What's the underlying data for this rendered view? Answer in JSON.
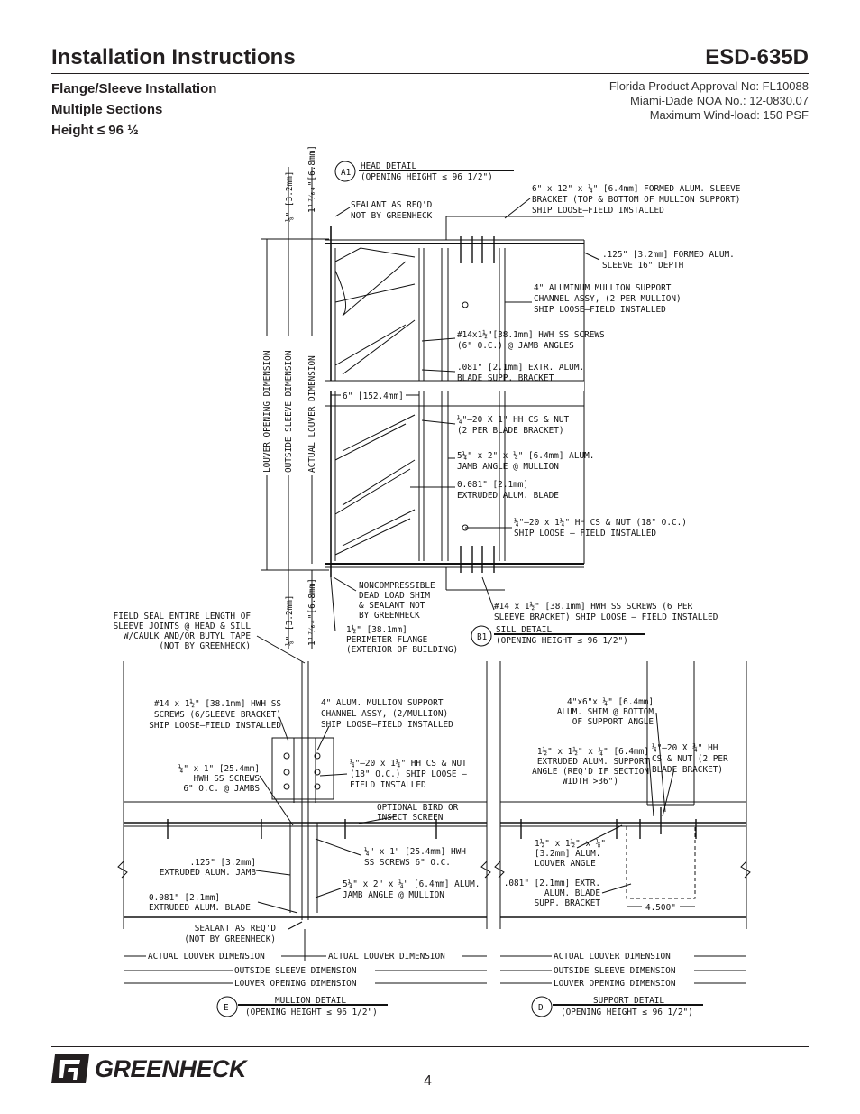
{
  "header": {
    "title": "Installation Instructions",
    "model": "ESD-635D"
  },
  "subheadings": [
    "Flange/Sleeve Installation",
    "Multiple Sections",
    "Height ≤ 96 ½"
  ],
  "approval": [
    "Florida Product Approval No: FL10088",
    "Miami-Dade NOA No.: 12-0830.07",
    "Maximum Wind-load: 150 PSF"
  ],
  "section_view": {
    "head_tag": "A1",
    "head_title": "HEAD DETAIL",
    "head_sub": "(OPENING HEIGHT ≤ 96 1/2\")",
    "sill_tag": "B1",
    "sill_title": "SILL DETAIL",
    "sill_sub": "(OPENING HEIGHT ≤ 96 1/2\")",
    "dim_top_1": "⅛\" [3.2mm]",
    "dim_top_2": "1¹⁷⁄₆₄\"[6.8mm]",
    "dim_bot_1": "⅛\" [3.2mm]",
    "dim_bot_2": "1¹⁷⁄₆₄\"[6.8mm]",
    "dim_louver_opening": "LOUVER OPENING DIMENSION",
    "dim_outside_sleeve": "OUTSIDE SLEEVE DIMENSION",
    "dim_actual_louver": "ACTUAL LOUVER DIMENSION",
    "dim_six": "6\" [152.4mm]",
    "notes_left_top": [
      "SEALANT AS REQ'D",
      "NOT BY GREENHECK"
    ],
    "note_sleeve_bracket": [
      "6\" x 12\" x ¼\" [6.4mm] FORMED ALUM. SLEEVE",
      "BRACKET (TOP & BOTTOM OF MULLION SUPPORT)",
      "SHIP LOOSE–FIELD INSTALLED"
    ],
    "note_sleeve": [
      ".125\" [3.2mm] FORMED ALUM.",
      "SLEEVE 16\" DEPTH"
    ],
    "note_channel": [
      "4\" ALUMINUM MULLION SUPPORT",
      "CHANNEL ASSY, (2 PER MULLION)",
      "SHIP LOOSE–FIELD INSTALLED"
    ],
    "note_screws": [
      "#14x1½\"[38.1mm] HWH SS SCREWS",
      "(6\" O.C.) @ JAMB ANGLES"
    ],
    "note_bracket": [
      ".081\" [2.1mm] EXTR. ALUM.",
      "BLADE SUPP. BRACKET"
    ],
    "note_nut": [
      "¼\"–20 X 1\" HH CS & NUT",
      "(2 PER BLADE BRACKET)"
    ],
    "note_jamb_angle": [
      "5¼\" x 2\" x ¼\" [6.4mm] ALUM.",
      "JAMB ANGLE @ MULLION"
    ],
    "note_blade": [
      "0.081\" [2.1mm]",
      "EXTRUDED ALUM. BLADE"
    ],
    "note_ship_loose": [
      "¼\"–20 x 1¼\" HH CS & NUT (18\" O.C.)",
      "SHIP LOOSE – FIELD INSTALLED"
    ],
    "note_shim": [
      "NONCOMPRESSIBLE",
      "DEAD LOAD SHIM",
      "& SEALANT NOT",
      "BY GREENHECK"
    ],
    "note_sill_screws": [
      "#14 x 1½\" [38.1mm] HWH SS SCREWS (6 PER",
      "SLEEVE BRACKET) SHIP LOOSE – FIELD INSTALLED"
    ],
    "note_flange": [
      "1½\" [38.1mm]",
      "PERIMETER FLANGE",
      "(EXTERIOR OF BUILDING)"
    ],
    "note_field_seal": [
      "FIELD SEAL ENTIRE LENGTH OF",
      "SLEEVE JOINTS @ HEAD & SILL",
      "W/CAULK AND/OR BUTYL TAPE",
      "(NOT BY GREENHECK)"
    ]
  },
  "mullion_detail": {
    "tag": "E",
    "title": "MULLION DETAIL",
    "sub": "(OPENING HEIGHT ≤ 96 1/2\")",
    "note_screws": [
      "#14 x 1½\" [38.1mm] HWH SS",
      "SCREWS (6/SLEEVE BRACKET)",
      "SHIP LOOSE–FIELD INSTALLED"
    ],
    "note_channel": [
      "4\" ALUM. MULLION SUPPORT",
      "CHANNEL ASSY, (2/MULLION)",
      "SHIP LOOSE–FIELD INSTALLED"
    ],
    "note_quarter": [
      "¼\" x 1\" [25.4mm]",
      "HWH SS SCREWS",
      "6\" O.C. @ JAMBS"
    ],
    "note_nut": [
      "¼\"–20 x 1¼\" HH CS & NUT",
      "(18\" O.C.) SHIP LOOSE –",
      "FIELD INSTALLED"
    ],
    "note_screen": [
      "OPTIONAL BIRD OR",
      "INSECT SCREEN"
    ],
    "note_hwh": [
      "¼\" x 1\" [25.4mm] HWH",
      "SS SCREWS 6\" O.C."
    ],
    "note_jamb": [
      ".125\" [3.2mm]",
      "EXTRUDED ALUM. JAMB"
    ],
    "note_jamb_angle": [
      "5¼\" x 2\" x ¼\" [6.4mm] ALUM.",
      "JAMB ANGLE @ MULLION"
    ],
    "note_blade": [
      "0.081\" [2.1mm]",
      "EXTRUDED ALUM. BLADE"
    ],
    "note_sealant": [
      "SEALANT AS REQ'D",
      "(NOT BY GREENHECK)"
    ],
    "dim_actual": "ACTUAL LOUVER DIMENSION",
    "dim_sleeve": "OUTSIDE SLEEVE DIMENSION",
    "dim_opening": "LOUVER OPENING DIMENSION"
  },
  "support_detail": {
    "tag": "D",
    "title": "SUPPORT DETAIL",
    "sub": "(OPENING HEIGHT ≤ 96 1/2\")",
    "note_shim": [
      "4\"x6\"x ¼\" [6.4mm]",
      "ALUM. SHIM @ BOTTOM",
      "OF SUPPORT ANGLE"
    ],
    "note_angle": [
      "1½\" x 1½\" x ¼\" [6.4mm]",
      "EXTRUDED ALUM. SUPPORT",
      "ANGLE (REQ'D IF SECTION",
      "WIDTH >36\")"
    ],
    "note_nut": [
      "¼\"–20 X ¾\" HH",
      "CS & NUT (2 PER",
      "BLADE BRACKET)"
    ],
    "note_louver_angle": [
      "1½\" x 1½\" x ⅛\"",
      "[3.2mm] ALUM.",
      "LOUVER ANGLE"
    ],
    "note_bracket": [
      ".081\" [2.1mm] EXTR.",
      "ALUM. BLADE",
      "SUPP. BRACKET"
    ],
    "dim_width": "4.500\"",
    "dim_actual": "ACTUAL LOUVER DIMENSION",
    "dim_sleeve": "OUTSIDE SLEEVE DIMENSION",
    "dim_opening": "LOUVER OPENING DIMENSION"
  },
  "footer": {
    "brand": "GREENHECK",
    "page": "4"
  }
}
